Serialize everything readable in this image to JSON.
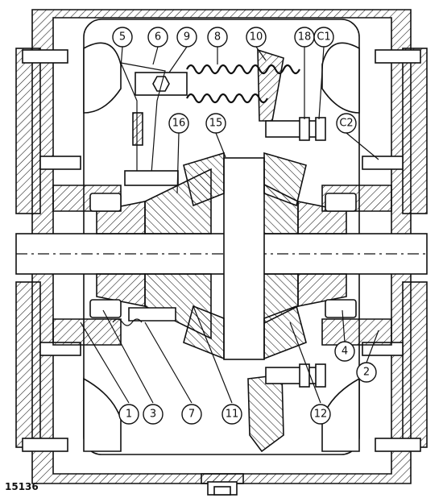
{
  "figure": {
    "number": "15136",
    "callouts": [
      {
        "id": "5",
        "label": "5"
      },
      {
        "id": "6",
        "label": "6"
      },
      {
        "id": "9",
        "label": "9"
      },
      {
        "id": "8",
        "label": "8"
      },
      {
        "id": "10",
        "label": "10"
      },
      {
        "id": "18",
        "label": "18"
      },
      {
        "id": "c1",
        "label": "C1"
      },
      {
        "id": "c2",
        "label": "C2"
      },
      {
        "id": "16",
        "label": "16"
      },
      {
        "id": "15",
        "label": "15"
      },
      {
        "id": "1",
        "label": "1"
      },
      {
        "id": "3",
        "label": "3"
      },
      {
        "id": "7",
        "label": "7"
      },
      {
        "id": "11",
        "label": "11"
      },
      {
        "id": "12",
        "label": "12"
      },
      {
        "id": "4",
        "label": "4"
      },
      {
        "id": "2",
        "label": "2"
      }
    ]
  }
}
